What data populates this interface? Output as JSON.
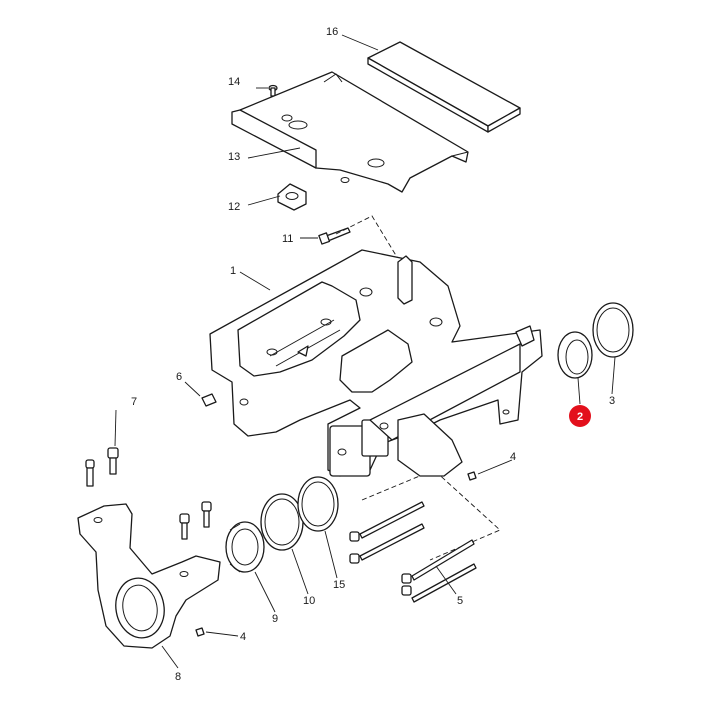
{
  "callouts": [
    {
      "id": "1",
      "label": "1"
    },
    {
      "id": "2",
      "label": "2",
      "highlight": true
    },
    {
      "id": "3",
      "label": "3"
    },
    {
      "id": "4a",
      "label": "4"
    },
    {
      "id": "4b",
      "label": "4"
    },
    {
      "id": "5",
      "label": "5"
    },
    {
      "id": "6",
      "label": "6"
    },
    {
      "id": "7",
      "label": "7"
    },
    {
      "id": "8",
      "label": "8"
    },
    {
      "id": "9",
      "label": "9"
    },
    {
      "id": "10",
      "label": "10"
    },
    {
      "id": "11",
      "label": "11"
    },
    {
      "id": "12",
      "label": "12"
    },
    {
      "id": "13",
      "label": "13"
    },
    {
      "id": "14",
      "label": "14"
    },
    {
      "id": "15",
      "label": "15"
    },
    {
      "id": "16",
      "label": "16"
    }
  ],
  "colors": {
    "highlight": "#e3101c",
    "line": "#1a1a1a",
    "background": "#ffffff"
  }
}
